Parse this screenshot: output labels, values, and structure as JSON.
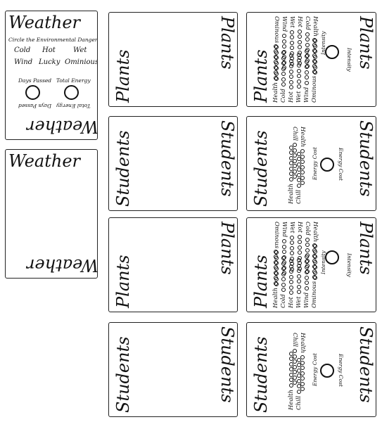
{
  "weather_card": {
    "title": "Weather",
    "instruction": "Circle the Environmental Danger:",
    "dangers": [
      "Cold",
      "Hot",
      "Wet",
      "Wind",
      "Lucky",
      "Ominious"
    ],
    "days_label": "Days Passed",
    "energy_label": "Total Energy",
    "title_flipped": "Weather",
    "days_label_flipped": "Days Passed",
    "energy_label_flipped": "Total Energy"
  },
  "weather_back": {
    "title": "Weather",
    "title_flipped": "Weather"
  },
  "plants_back": {
    "title": "Plants"
  },
  "students_back": {
    "title": "Students"
  },
  "plants_front": {
    "title": "Plants",
    "intensity_label": "Intensity",
    "tracks": [
      "Health",
      "Cold",
      "Hot",
      "Wet",
      "Wind",
      "Ominous"
    ]
  },
  "students_front": {
    "title": "Students",
    "energy_cost_label": "Energy Cost",
    "tracks": [
      "Health",
      "Chill"
    ]
  }
}
